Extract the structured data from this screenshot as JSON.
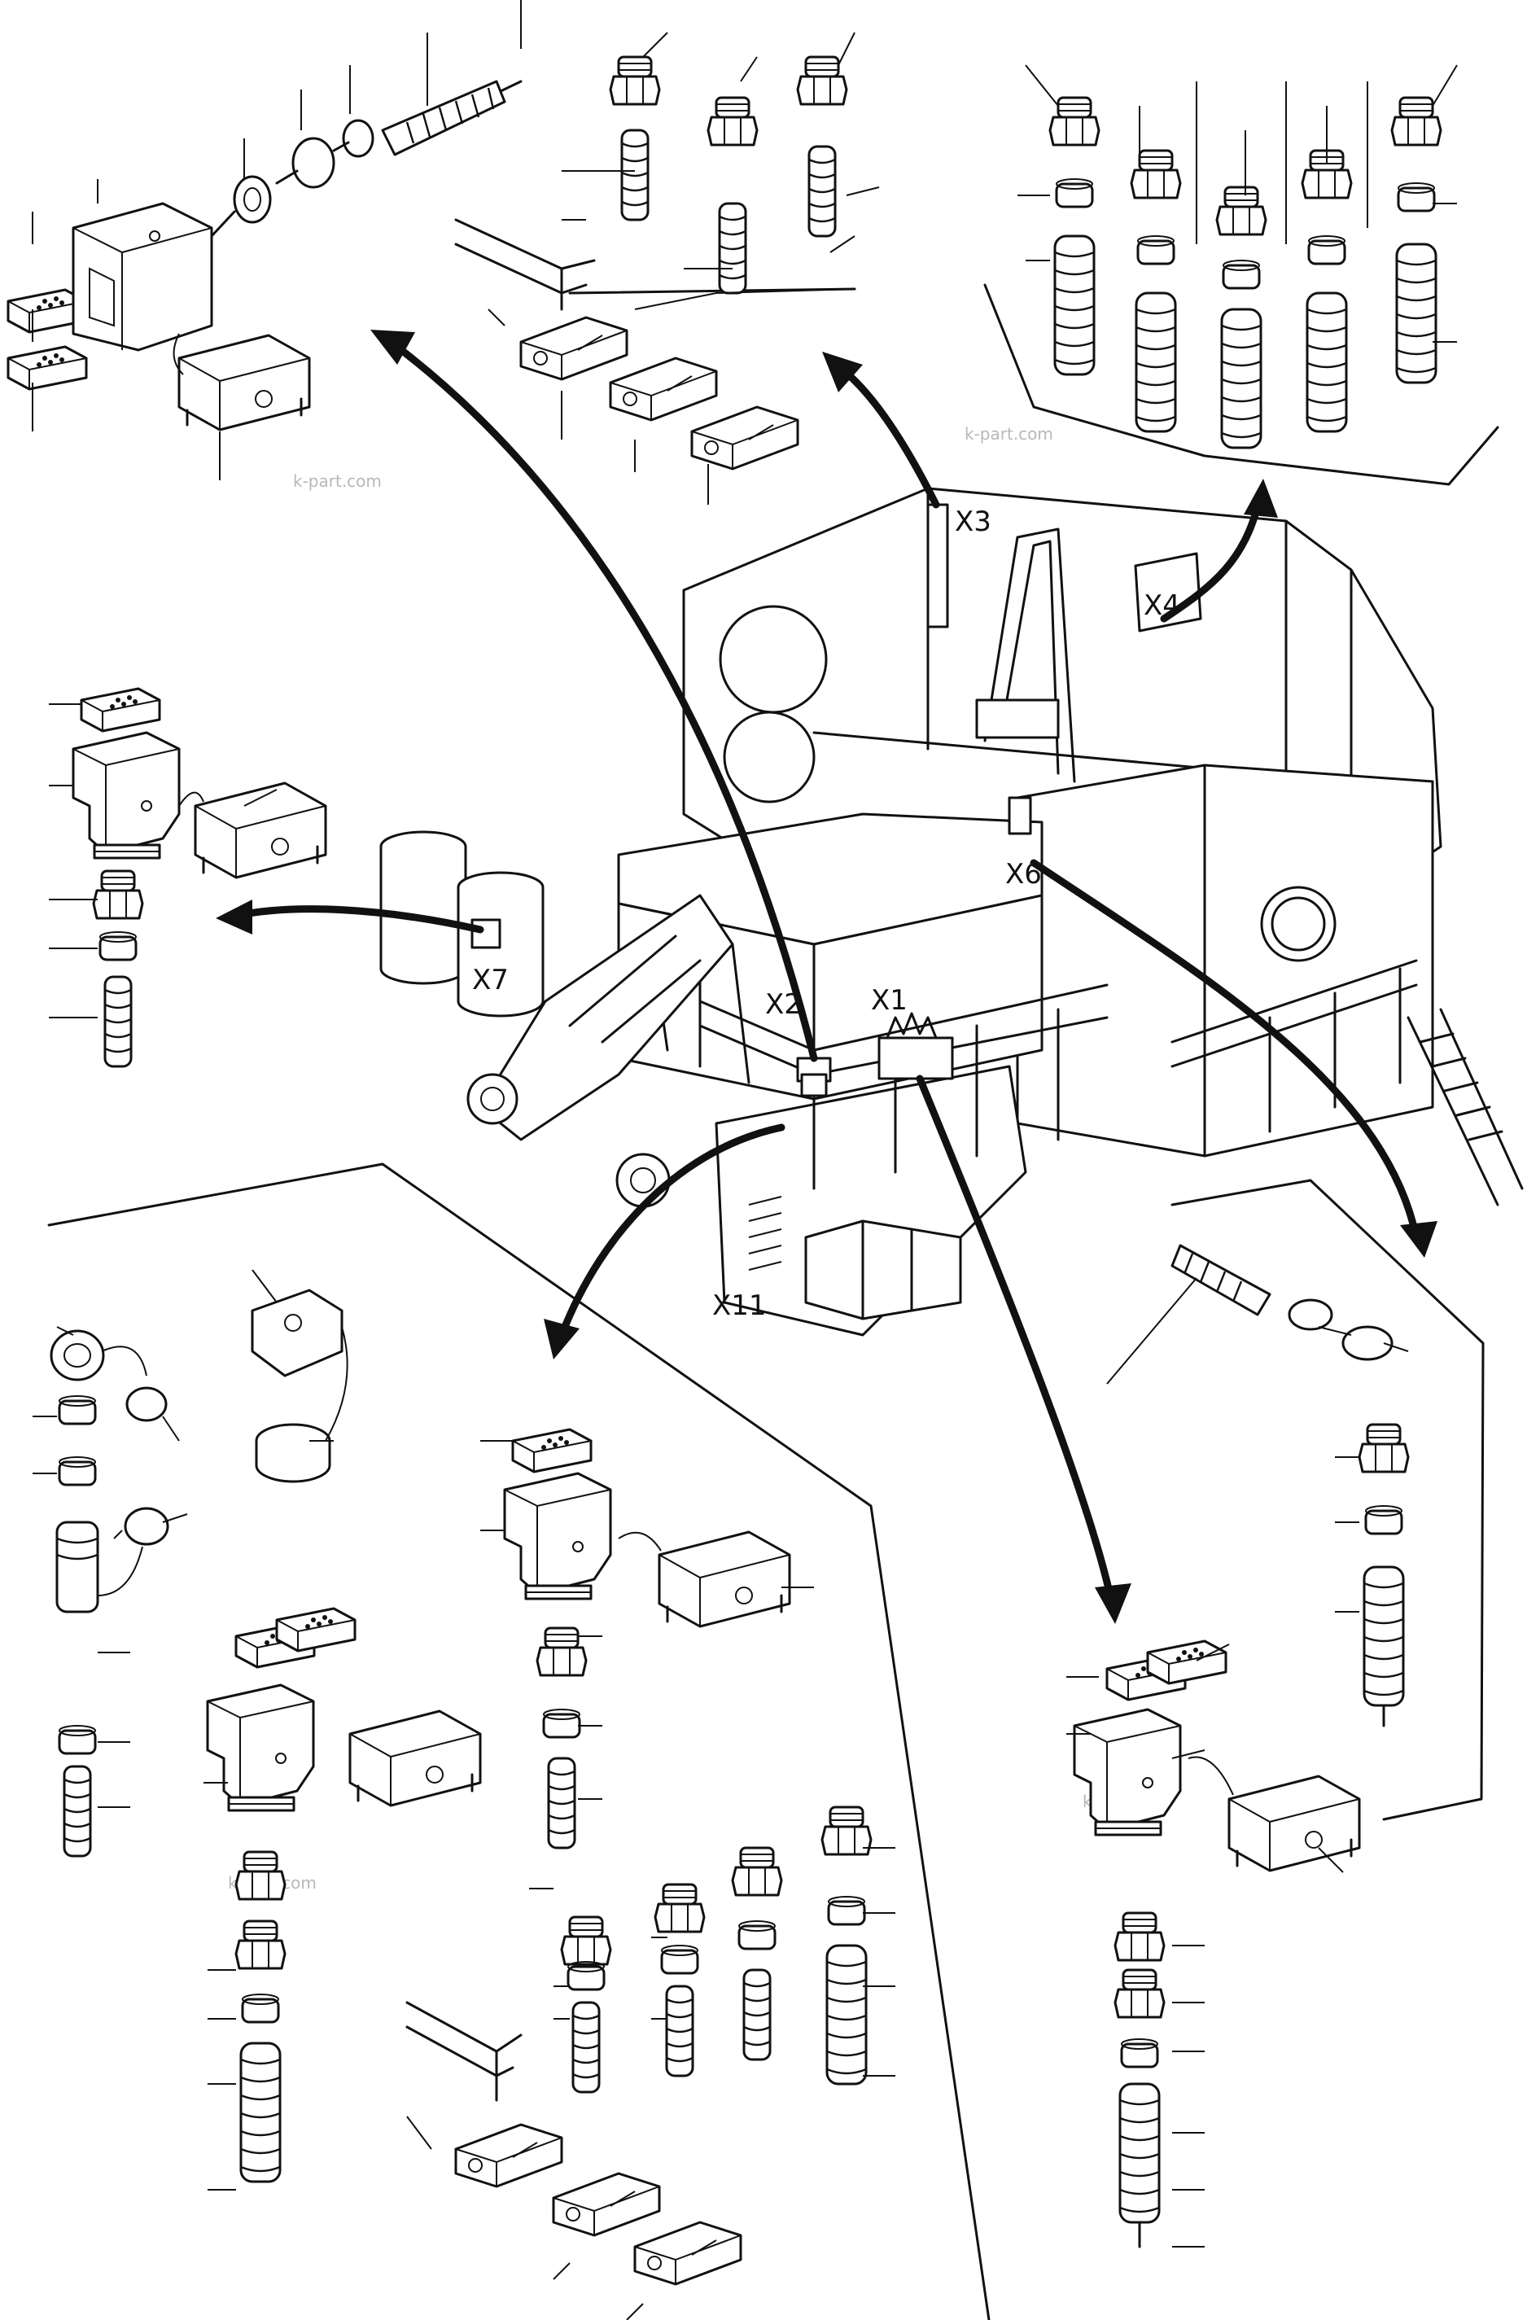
{
  "connectors": {
    "x1": "X1",
    "x2": "X2",
    "x3": "X3",
    "x4": "X4",
    "x6": "X6",
    "x7": "X7",
    "x11": "X11"
  },
  "watermark": "k-part.com"
}
